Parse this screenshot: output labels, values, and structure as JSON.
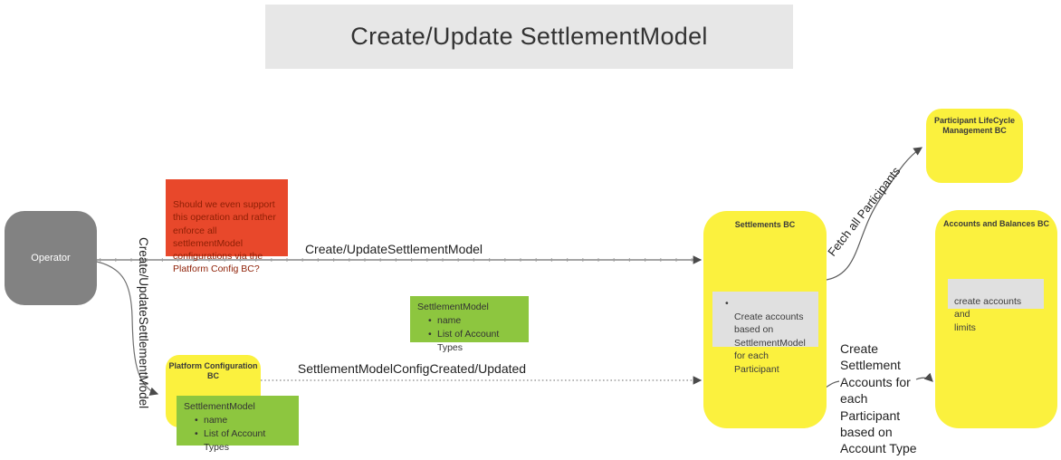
{
  "title": "Create/Update SettlementModel",
  "operator": {
    "label": "Operator"
  },
  "notes": {
    "question": {
      "text": "Should we even support\nthis operation and rather\nenforce all settlementModel\nconfigurations via the\nPlatform Config BC?"
    },
    "settlement_model_upper": {
      "title": "SettlementModel",
      "bullets": [
        "name",
        "List of Account Types"
      ]
    },
    "settlement_model_lower": {
      "title": "SettlementModel",
      "bullets": [
        "name",
        "List of Account Types"
      ]
    }
  },
  "nodes": {
    "platform_config": {
      "label": "Platform Configuration BC"
    },
    "settlements": {
      "label": "Settlements BC",
      "note_text": "Create accounts\nbased on\nSettlementModel\nfor each Participant"
    },
    "participant_lifecycle": {
      "label": "Participant LifeCycle Management BC"
    },
    "accounts_balances": {
      "label": "Accounts and Balances BC",
      "note_text": "create accounts and\nlimits"
    }
  },
  "edges": {
    "create_update_to_settlements": {
      "label": "Create/UpdateSettlementModel",
      "style": "solid-ticked"
    },
    "create_update_to_platform_config": {
      "label": "Create/UpdateSettlementModel",
      "style": "curved-solid"
    },
    "settlement_model_config_created": {
      "label": "SettlementModelConfigCreated/Updated",
      "style": "dotted"
    },
    "fetch_all_participants": {
      "label": "Fetch all Participants",
      "style": "curved-solid"
    },
    "create_settlement_accounts": {
      "label": "Create\nSettlement\nAccounts for\neach\nParticipant\nbased on\nAccount Type",
      "style": "curved-solid"
    }
  },
  "colors": {
    "banner_bg": "#e7e7e7",
    "node_yellow": "#fbf13e",
    "note_green": "#8dc63f",
    "note_red": "#e8482b",
    "note_red_text": "#8e1f05",
    "note_gray": "#e0e0e0",
    "actor_gray": "#828282",
    "wire": "#6f6f6f"
  }
}
